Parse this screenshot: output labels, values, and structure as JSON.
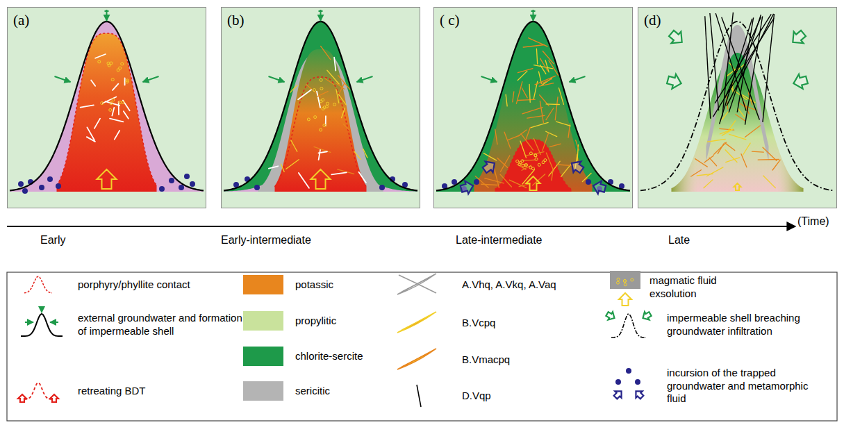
{
  "diagram": {
    "nodes": [
      {
        "text": [
          "(a)"
        ]
      },
      {
        "text": [
          "(b)"
        ]
      },
      {
        "text": [
          "( c)"
        ]
      },
      {
        "text": [
          "(d)"
        ]
      }
    ],
    "labels": [
      "Early",
      "Early-intermediate",
      "Late-intermediate",
      "Late",
      "(Time)"
    ],
    "legend": [
      {
        "text": "porphyry/phyllite contact"
      },
      {
        "text": "external groundwater and formation of impermeable shell"
      },
      {
        "text": "retreating BDT"
      },
      {
        "text": "potassic",
        "color": "#e8861e"
      },
      {
        "text": "propylitic",
        "color": "#c9e29c"
      },
      {
        "text": "chlorite-sercite",
        "color": "#1e9a4a"
      },
      {
        "text": "sericitic",
        "color": "#b4b4b4"
      },
      {
        "text": "A.Vhq, A.Vkq, A.Vaq"
      },
      {
        "text": "B.Vcpq"
      },
      {
        "text": "B.Vmacpq"
      },
      {
        "text": "D.Vqp"
      },
      {
        "text": "magmatic fluid exsolution"
      },
      {
        "text": "impermeable shell breaching groundwater infiltration"
      },
      {
        "text": "incursion of the trapped groundwater and metamorphic fluid"
      }
    ]
  }
}
